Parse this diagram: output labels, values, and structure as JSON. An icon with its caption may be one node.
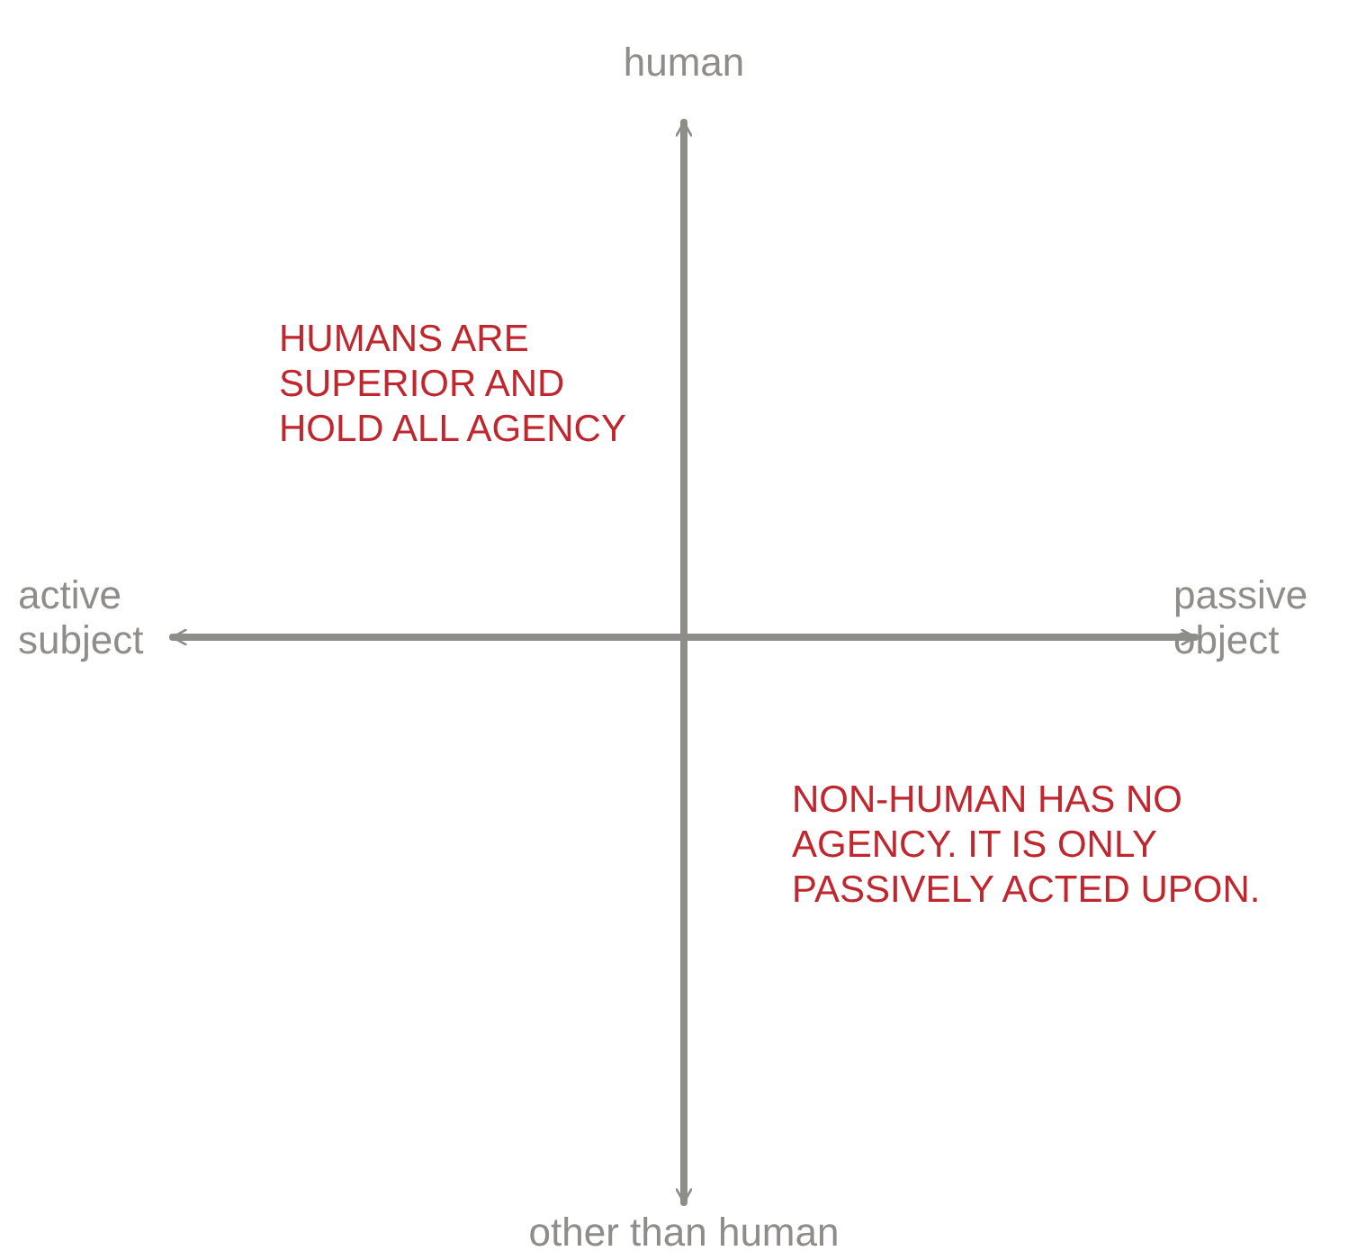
{
  "diagram": {
    "labels": [
      "human",
      "HUMANS ARE SUPERIOR AND HOLD ALL AGENCY",
      "active subject",
      "passive object",
      "NON-HUMAN HAS NO AGENCY. IT IS ONLY PASSIVELY ACTED UPON.",
      "other than human"
    ]
  }
}
